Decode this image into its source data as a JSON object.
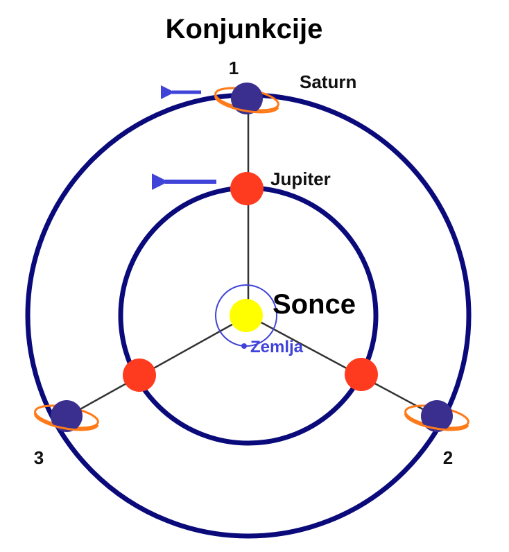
{
  "title": "Konjunkcije",
  "labels": {
    "saturn": "Saturn",
    "jupiter": "Jupiter",
    "sun": "Sonce",
    "earth": "Zemlja"
  },
  "positions": [
    "1",
    "2",
    "3"
  ],
  "colors": {
    "orbit": "#0a0a7a",
    "sun": "#ffff00",
    "jupiter": "#ff3b1f",
    "saturn_body": "#3a2f8f",
    "saturn_ring": "#ff7a18",
    "arrow": "#3f43d8",
    "earth": "#3f43d8",
    "spoke": "#333333"
  }
}
